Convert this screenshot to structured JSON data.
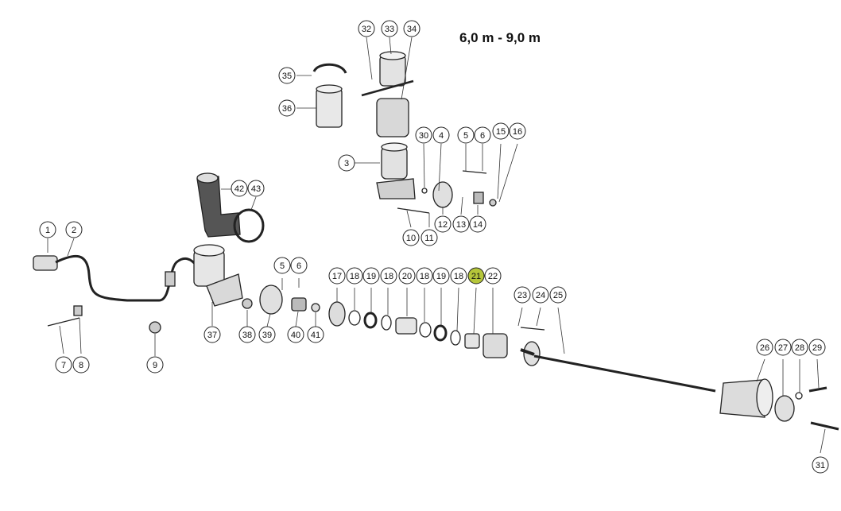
{
  "title": "6,0 m - 9,0 m",
  "highlight_color": "#b5c63a",
  "callouts": [
    "1",
    "2",
    "3",
    "4",
    "5",
    "6",
    "7",
    "8",
    "9",
    "10",
    "11",
    "12",
    "13",
    "14",
    "15",
    "16",
    "17",
    "18",
    "19",
    "20",
    "21",
    "22",
    "23",
    "24",
    "25",
    "26",
    "27",
    "28",
    "29",
    "30",
    "31",
    "32",
    "33",
    "34",
    "35",
    "36",
    "37",
    "38",
    "39",
    "40",
    "41",
    "42",
    "43"
  ],
  "highlighted_callout": "21"
}
